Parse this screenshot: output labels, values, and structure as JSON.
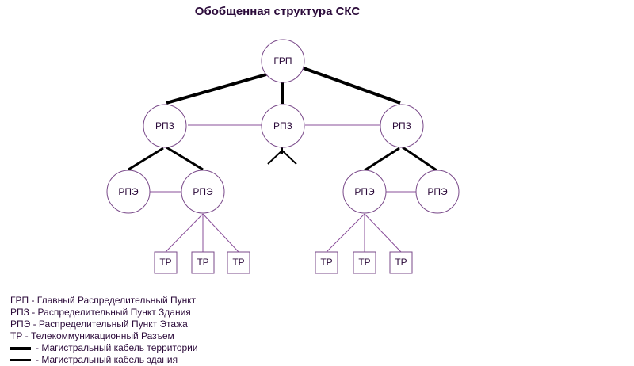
{
  "title": "Обобщенная структура СКС",
  "nodes": {
    "grp": "ГРП",
    "rpz_left": "РПЗ",
    "rpz_center": "РПЗ",
    "rpz_right": "РПЗ",
    "rpe_1": "РПЭ",
    "rpe_2": "РПЭ",
    "rpe_3": "РПЭ",
    "rpe_4": "РПЭ",
    "tr_1": "ТР",
    "tr_2": "ТР",
    "tr_3": "ТР",
    "tr_4": "ТР",
    "tr_5": "ТР",
    "tr_6": "ТР"
  },
  "legend": {
    "grp": "ГРП - Главный Распределительный Пункт",
    "rpz": "РПЗ - Распределительный Пункт Здания",
    "rpe": "РПЭ - Распределительный Пункт Этажа",
    "tr": "ТР - Телекоммуникационный Разъем",
    "territory_cable": "- Магистральный кабель территории",
    "building_cable": "- Магистральный кабель здания"
  },
  "colors": {
    "text": "#2b0a3a",
    "thin_line": "#8a4f9a",
    "node_stroke": "#7a4a8a",
    "cable": "#000000"
  }
}
